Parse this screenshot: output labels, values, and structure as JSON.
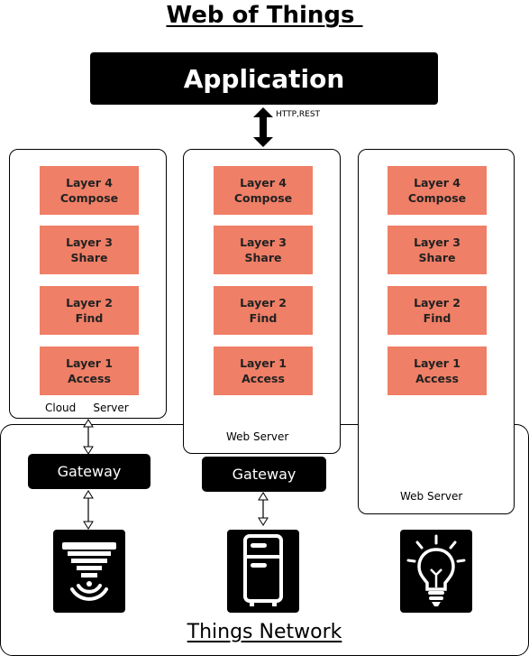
{
  "title": "Web of Things ",
  "application": {
    "label": "Application",
    "protocol": "HTTP,REST"
  },
  "servers": [
    {
      "label": "Cloud     Server",
      "layers": [
        {
          "line1": "Layer 4",
          "line2": "Compose"
        },
        {
          "line1": "Layer 3",
          "line2": "Share"
        },
        {
          "line1": "Layer 2",
          "line2": "Find"
        },
        {
          "line1": "Layer 1",
          "line2": "Access"
        }
      ]
    },
    {
      "label": "Web Server",
      "layers": [
        {
          "line1": "Layer 4",
          "line2": "Compose"
        },
        {
          "line1": "Layer 3",
          "line2": "Share"
        },
        {
          "line1": "Layer 2",
          "line2": "Find"
        },
        {
          "line1": "Layer 1",
          "line2": "Access"
        }
      ]
    },
    {
      "label": "Web Server",
      "layers": [
        {
          "line1": "Layer 4",
          "line2": "Compose"
        },
        {
          "line1": "Layer 3",
          "line2": "Share"
        },
        {
          "line1": "Layer 2",
          "line2": "Find"
        },
        {
          "line1": "Layer 1",
          "line2": "Access"
        }
      ]
    }
  ],
  "gateways": [
    {
      "label": "Gateway"
    },
    {
      "label": "Gateway"
    }
  ],
  "devices": [
    {
      "icon": "smoke-detector-icon"
    },
    {
      "icon": "refrigerator-icon"
    },
    {
      "icon": "light-bulb-icon"
    }
  ],
  "network_label": "Things Network",
  "colors": {
    "layer": "#ef7f66",
    "dark": "#000000"
  }
}
